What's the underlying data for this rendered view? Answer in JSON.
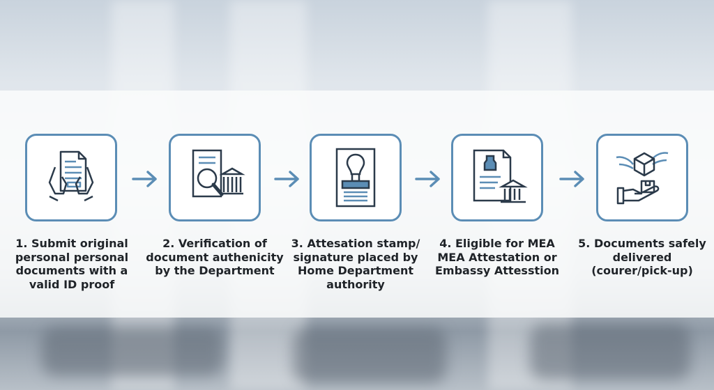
{
  "accent_color": "#5b8db5",
  "steps": [
    {
      "icon": "hands-holding-document-icon",
      "label": "1. Submit original personal personal documents with a valid ID proof"
    },
    {
      "icon": "document-magnifier-building-icon",
      "label": "2. Verification of document authenicity by the Department"
    },
    {
      "icon": "stamp-on-document-icon",
      "label": "3. Attesation stamp/ signature placed by Home Department authority"
    },
    {
      "icon": "emblem-document-building-icon",
      "label": "4. Eligible for MEA MEA Attestation or Embassy Attesstion"
    },
    {
      "icon": "winged-package-hand-icon",
      "label": "5. Documents safely delivered (courer/pick-up)"
    }
  ]
}
